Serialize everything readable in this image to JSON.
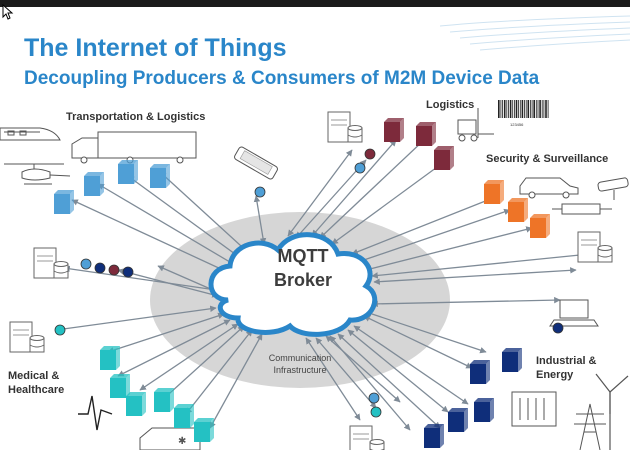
{
  "header": {
    "title": "The Internet of Things",
    "subtitle": "Decoupling Producers & Consumers of M2M Device Data"
  },
  "hub": {
    "line1": "MQTT",
    "line2": "Broker",
    "infra_line1": "Communication",
    "infra_line2": "Infrastructure"
  },
  "groups": {
    "transportation": "Transportation & Logistics",
    "logistics": "Logistics",
    "security": "Security & Surveillance",
    "medical_line1": "Medical &",
    "medical_line2": "Healthcare",
    "industrial_line1": "Industrial &",
    "industrial_line2": "Energy"
  },
  "barcode_number": "123456",
  "colors": {
    "title": "#2a86c9",
    "cloud_fill": "#ffffff",
    "cloud_stroke": "#2a86c9",
    "infra_ellipse": "#d6d6d6",
    "arrow": "#7f8b97",
    "transport_cubes": "#4f9fd6",
    "logistics_cubes": "#7d2a3b",
    "security_cubes": "#ee7427",
    "medical_cubes": "#24c1c3",
    "industrial_cubes": "#0f2e7a"
  },
  "icons": [
    "cursor-icon",
    "train-icon",
    "truck-icon",
    "helicopter-icon",
    "server-icon",
    "database-icon",
    "phone-icon",
    "forklift-icon",
    "barcode-icon",
    "car-icon",
    "security-camera-icon",
    "laptop-icon",
    "heartbeat-icon",
    "ambulance-icon",
    "factory-icon",
    "wind-turbine-icon",
    "power-tower-icon"
  ]
}
